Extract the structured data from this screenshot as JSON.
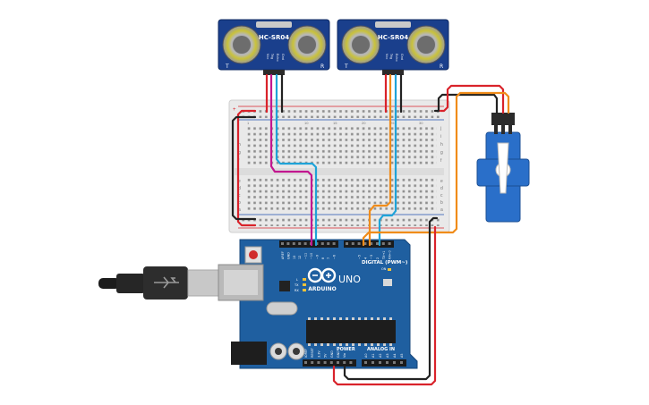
{
  "sensors": [
    {
      "model": "HC-SR04",
      "left_mark": "T",
      "right_mark": "R",
      "pins": [
        "Vcc",
        "Trig",
        "Echo",
        "Gnd"
      ]
    },
    {
      "model": "HC-SR04",
      "left_mark": "T",
      "right_mark": "R",
      "pins": [
        "Vcc",
        "Trig",
        "Echo",
        "Gnd"
      ]
    }
  ],
  "breadboard": {
    "row_letters_top": [
      "j",
      "i",
      "h",
      "g",
      "f"
    ],
    "row_letters_bottom": [
      "e",
      "d",
      "c",
      "b",
      "a"
    ],
    "rail_plus": "+",
    "rail_minus": "-",
    "col_numbers": [
      "1",
      "5",
      "10",
      "15",
      "20",
      "25",
      "30"
    ]
  },
  "arduino": {
    "brand": "ARDUINO",
    "model": "UNO",
    "digital_label": "DIGITAL (PWM~)",
    "power_label": "POWER",
    "analog_label": "ANALOG IN",
    "led_labels": [
      "L",
      "TX",
      "RX"
    ],
    "on_label": "ON",
    "top_pins": [
      "AREF",
      "GND",
      "13",
      "12",
      "~11",
      "~10",
      "~9",
      "8",
      "7",
      "~6",
      "~5",
      "4",
      "~3",
      "2",
      "TX→1",
      "RX←0"
    ],
    "power_pins": [
      "IOREF",
      "RESET",
      "3.3V",
      "5V",
      "GND",
      "GND",
      "Vin"
    ],
    "analog_pins": [
      "A0",
      "A1",
      "A2",
      "A3",
      "A4",
      "A5"
    ]
  },
  "colors": {
    "sensor_board": "#1a3f8c",
    "arduino_board": "#1f5fa0",
    "servo_body": "#2a6fc9",
    "wire_red": "#d9232b",
    "wire_black": "#222222",
    "wire_magenta": "#c2178f",
    "wire_cyan": "#1fa3d8",
    "wire_orange": "#f08c1a"
  }
}
